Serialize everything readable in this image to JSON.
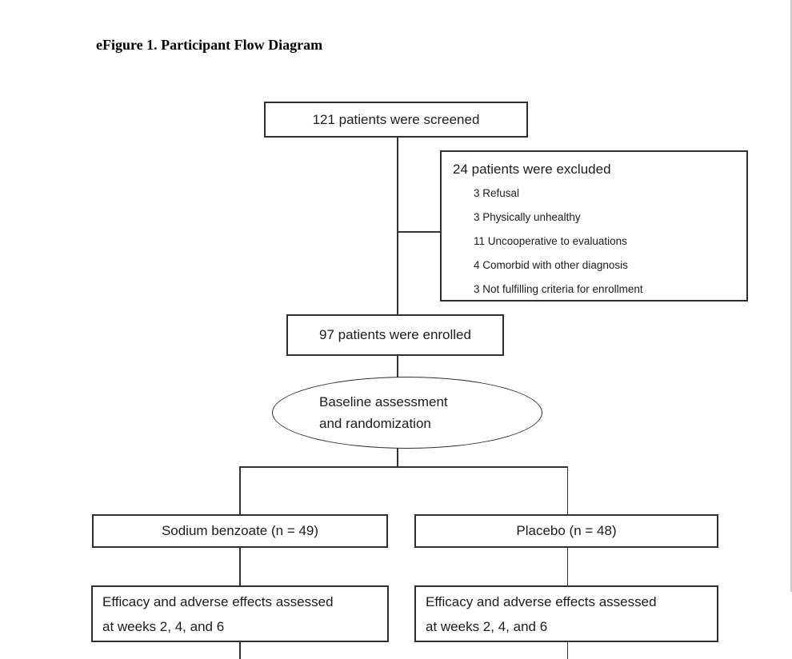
{
  "page": {
    "title": "eFigure 1. Participant Flow Diagram",
    "background_color": "#ffffff",
    "line_color": "#333333",
    "box_border_color": "#2e2e2e",
    "edge_line_color": "#cccccc"
  },
  "flow": {
    "screened": {
      "label": "121 patients were screened"
    },
    "excluded": {
      "title": "24 patients were excluded",
      "items": [
        "3 Refusal",
        "3 Physically unhealthy",
        "11 Uncooperative to evaluations",
        "4 Comorbid with other diagnosis",
        "3 Not fulfilling criteria for enrollment"
      ]
    },
    "enrolled": {
      "label": "97 patients were enrolled"
    },
    "randomization": {
      "line1": "Baseline assessment",
      "line2": "and randomization"
    },
    "arm_left": {
      "label": "Sodium benzoate (n = 49)"
    },
    "arm_right": {
      "label": "Placebo (n = 48)"
    },
    "assessment_left": {
      "line1": "Efficacy and adverse effects assessed",
      "line2": "at weeks 2, 4, and 6"
    },
    "assessment_right": {
      "line1": "Efficacy and adverse effects assessed",
      "line2": "at weeks 2, 4, and 6"
    }
  }
}
